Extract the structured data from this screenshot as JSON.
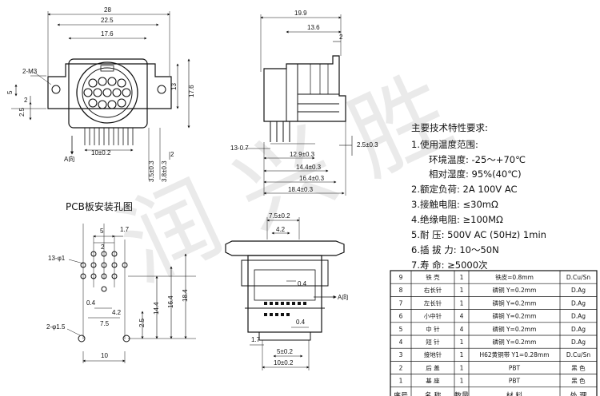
{
  "watermark": "润 兴 胜",
  "front_view": {
    "dims": {
      "w28": "28",
      "w22_5": "22.5",
      "w17_6": "17.6",
      "m3": "2-M3",
      "h5": "5",
      "h2": "2",
      "h2_5": "2.5",
      "h13": "13",
      "h17_6": "17.6",
      "pin10": "10±0.2",
      "pin3_5": "3.5±0.3",
      "pin3_8": "3.8±0.3",
      "pin2": "2",
      "arrow_a": "A向"
    }
  },
  "side_view": {
    "dims": {
      "w19_9": "19.9",
      "w13_6": "13.6",
      "w2": "2",
      "holes": "13-0.7",
      "d2_5": "2.5±0.3",
      "d12_9": "12.9±0.3",
      "d14_4": "14.4±0.3",
      "d16_4": "16.4±0.3",
      "d18_4": "18.4±0.3"
    }
  },
  "pcb_view": {
    "title": "PCB板安装孔图",
    "dims": {
      "d5": "5",
      "d1_7": "1.7",
      "d2": "2",
      "holes": "13-φ1",
      "d0_4": "0.4",
      "d4_2": "4.2",
      "d7_5": "7.5",
      "d2_5": "2.5",
      "d14_4": "14.4",
      "d16_4": "16.4",
      "d18_4": "18.4",
      "mount": "2-φ1.5",
      "d10": "10"
    }
  },
  "bottom_view": {
    "dims": {
      "d7_5": "7.5±0.2",
      "d4_2": "4.2",
      "d0_4": "0.4",
      "arrow_a": "A向",
      "d1_7": "1.7",
      "d5": "5±0.2",
      "d10": "10±0.2"
    }
  },
  "specs": {
    "title": "主要技术特性要求:",
    "lines": [
      "1.使用温度范围:",
      "环境温度: -25～+70℃",
      "相对湿度: 95%(40℃)",
      "2.额定负荷: 2A 100V AC",
      "3.接触电阻: ≤30mΩ",
      "4.绝缘电阻: ≥100MΩ",
      "5.耐    压: 500V AC (50Hz) 1min",
      "6.插 拔 力: 10～50N",
      "7.寿    命: ≥5000次"
    ]
  },
  "bom": {
    "headers": [
      "序号",
      "名 称",
      "数量",
      "材    料",
      "处    理"
    ],
    "rows": [
      [
        "9",
        "铁 壳",
        "1",
        "铁皮=0.8mm",
        "D.Cu/Sn"
      ],
      [
        "8",
        "右长针",
        "1",
        "磷铜 Y=0.2mm",
        "D.Ag"
      ],
      [
        "7",
        "左长针",
        "1",
        "磷铜 Y=0.2mm",
        "D.Ag"
      ],
      [
        "6",
        "小中针",
        "4",
        "磷铜 Y=0.2mm",
        "D.Ag"
      ],
      [
        "5",
        "中 针",
        "4",
        "磷铜 Y=0.2mm",
        "D.Ag"
      ],
      [
        "4",
        "短 针",
        "1",
        "磷铜 Y=0.2mm",
        "D.Ag"
      ],
      [
        "3",
        "接地针",
        "1",
        "H62黄铜带 Y1=0.28mm",
        "D.Cu/Sn"
      ],
      [
        "2",
        "后 盖",
        "1",
        "PBT",
        "黑 色"
      ],
      [
        "1",
        "基 座",
        "1",
        "PBT",
        "黑 色"
      ]
    ]
  }
}
